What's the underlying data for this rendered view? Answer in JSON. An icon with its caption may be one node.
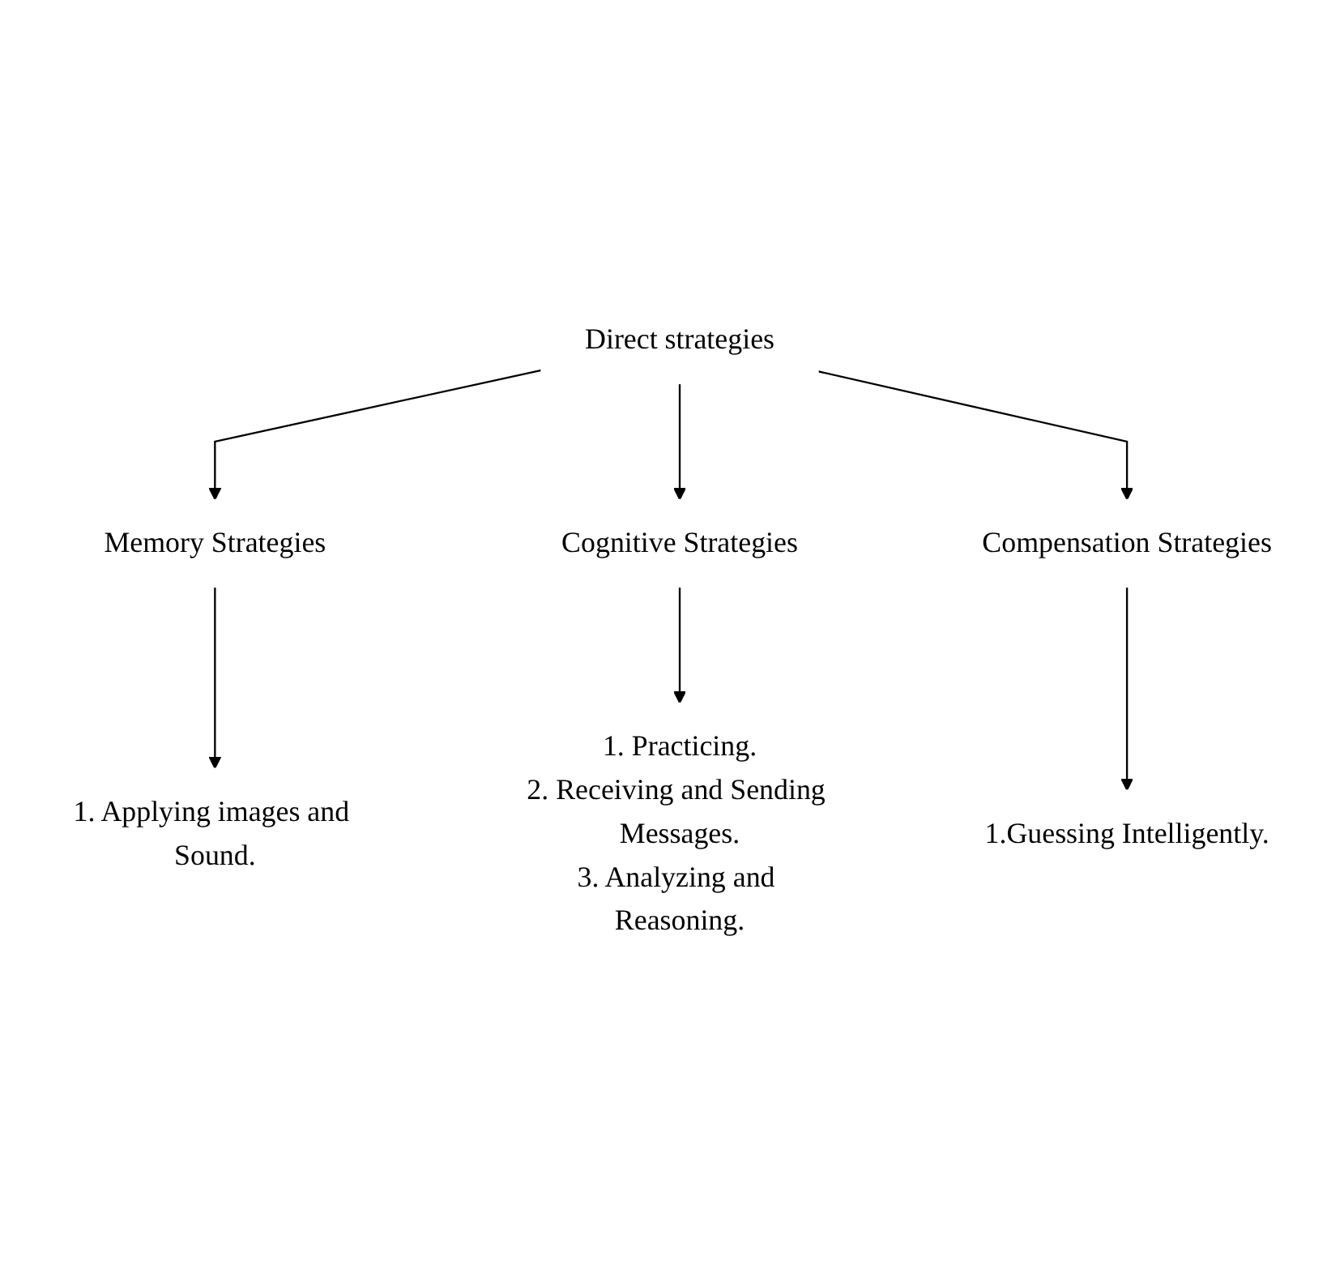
{
  "diagram": {
    "nodes": [
      {
        "text": [
          "Direct strategies"
        ]
      },
      {
        "text": [
          "Memory Strategies"
        ]
      },
      {
        "text": [
          "Cognitive Strategies"
        ]
      },
      {
        "text": [
          "Compensation Strategies"
        ]
      },
      {
        "text": [
          "1. Applying images and Sound."
        ]
      },
      {
        "text": [
          "1. Practicing.",
          "2. Receiving and Sending Messages.",
          "3. Analyzing and Reasoning."
        ]
      },
      {
        "text": [
          "1.Guessing Intelligently."
        ]
      }
    ],
    "edges": [
      {
        "from": 0,
        "to": 1,
        "arrow": "to"
      },
      {
        "from": 0,
        "to": 2,
        "arrow": "to"
      },
      {
        "from": 0,
        "to": 3,
        "arrow": "to"
      },
      {
        "from": 1,
        "to": 4,
        "arrow": "to"
      },
      {
        "from": 2,
        "to": 5,
        "arrow": "to"
      },
      {
        "from": 3,
        "to": 6,
        "arrow": "to"
      }
    ]
  }
}
